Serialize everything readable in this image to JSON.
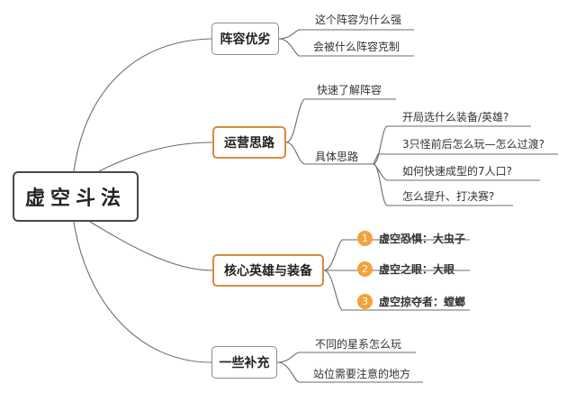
{
  "root": {
    "label": "虚空斗法"
  },
  "branches": [
    {
      "label": "阵容优劣",
      "items": [
        "这个阵容为什么强",
        "会被什么阵容克制"
      ]
    },
    {
      "label": "运营思路",
      "items": [
        "快速了解阵容"
      ],
      "sub": {
        "label": "具体思路",
        "items": [
          "开局选什么装备/英雄?",
          "3只怪前后怎么玩—怎么过渡?",
          "如何快速成型的7人口?",
          "怎么提升、打决赛?"
        ]
      }
    },
    {
      "label": "核心英雄与装备",
      "numbered_items": [
        {
          "num": "1",
          "text": "虚空恐惧：大虫子"
        },
        {
          "num": "2",
          "text": "虚空之眼：大眼"
        },
        {
          "num": "3",
          "text": "虚空掠夺者：螳螂"
        }
      ]
    },
    {
      "label": "一些补充",
      "items": [
        "不同的星系怎么玩",
        "站位需要注意的地方"
      ]
    }
  ],
  "colors": {
    "highlight_border": "#d98a3d",
    "badge": "#f2a23a",
    "line": "#6b6b6b"
  }
}
